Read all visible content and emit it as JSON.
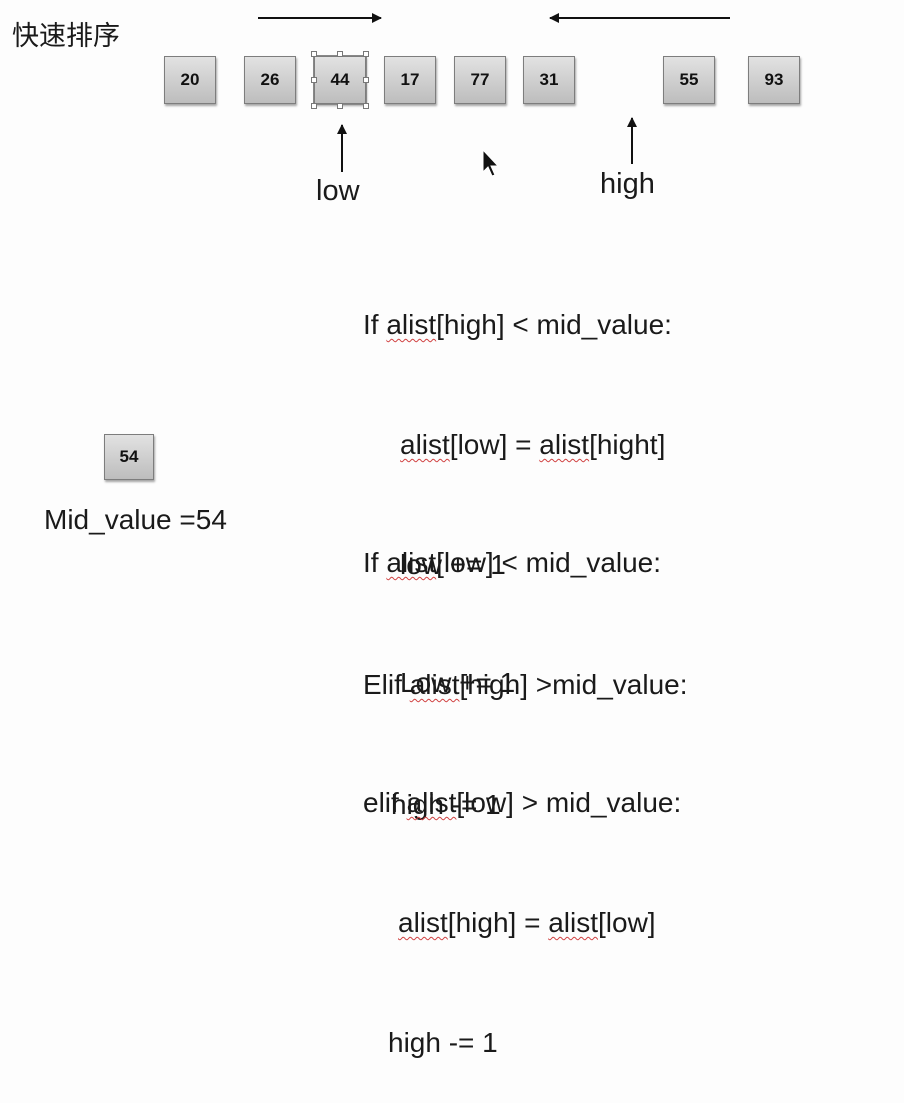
{
  "title": "快速排序",
  "array": [
    "20",
    "26",
    "44",
    "17",
    "77",
    "31",
    "55",
    "93"
  ],
  "selected_index": 2,
  "pivot": {
    "value": "54",
    "label": "Mid_value =54"
  },
  "pointers": {
    "low": "low",
    "high": "high"
  },
  "code_block_1": {
    "line1_pre": "If ",
    "line1_ul": "alist",
    "line1_post": "[high] < mid_value:",
    "line2_ul1": "alist",
    "line2_mid": "[low] = ",
    "line2_ul2": "alist",
    "line2_post": "[hight]",
    "line3": "low += 1",
    "line4_pre": "Elif ",
    "line4_ul": "alist",
    "line4_post": "[high] >mid_value:",
    "line5": "high -= 1"
  },
  "code_block_2": {
    "line1_pre": "If ",
    "line1_ul": "alist",
    "line1_post": "[low] < mid_value:",
    "line2": "Low += 1",
    "line3_pre": "elif ",
    "line3_ul": "alist",
    "line3_post": "[low] > mid_value:",
    "line4_ul1": "alist",
    "line4_mid": "[high] = ",
    "line4_ul2": "alist",
    "line4_post": "[low]",
    "line5": "high -= 1"
  }
}
